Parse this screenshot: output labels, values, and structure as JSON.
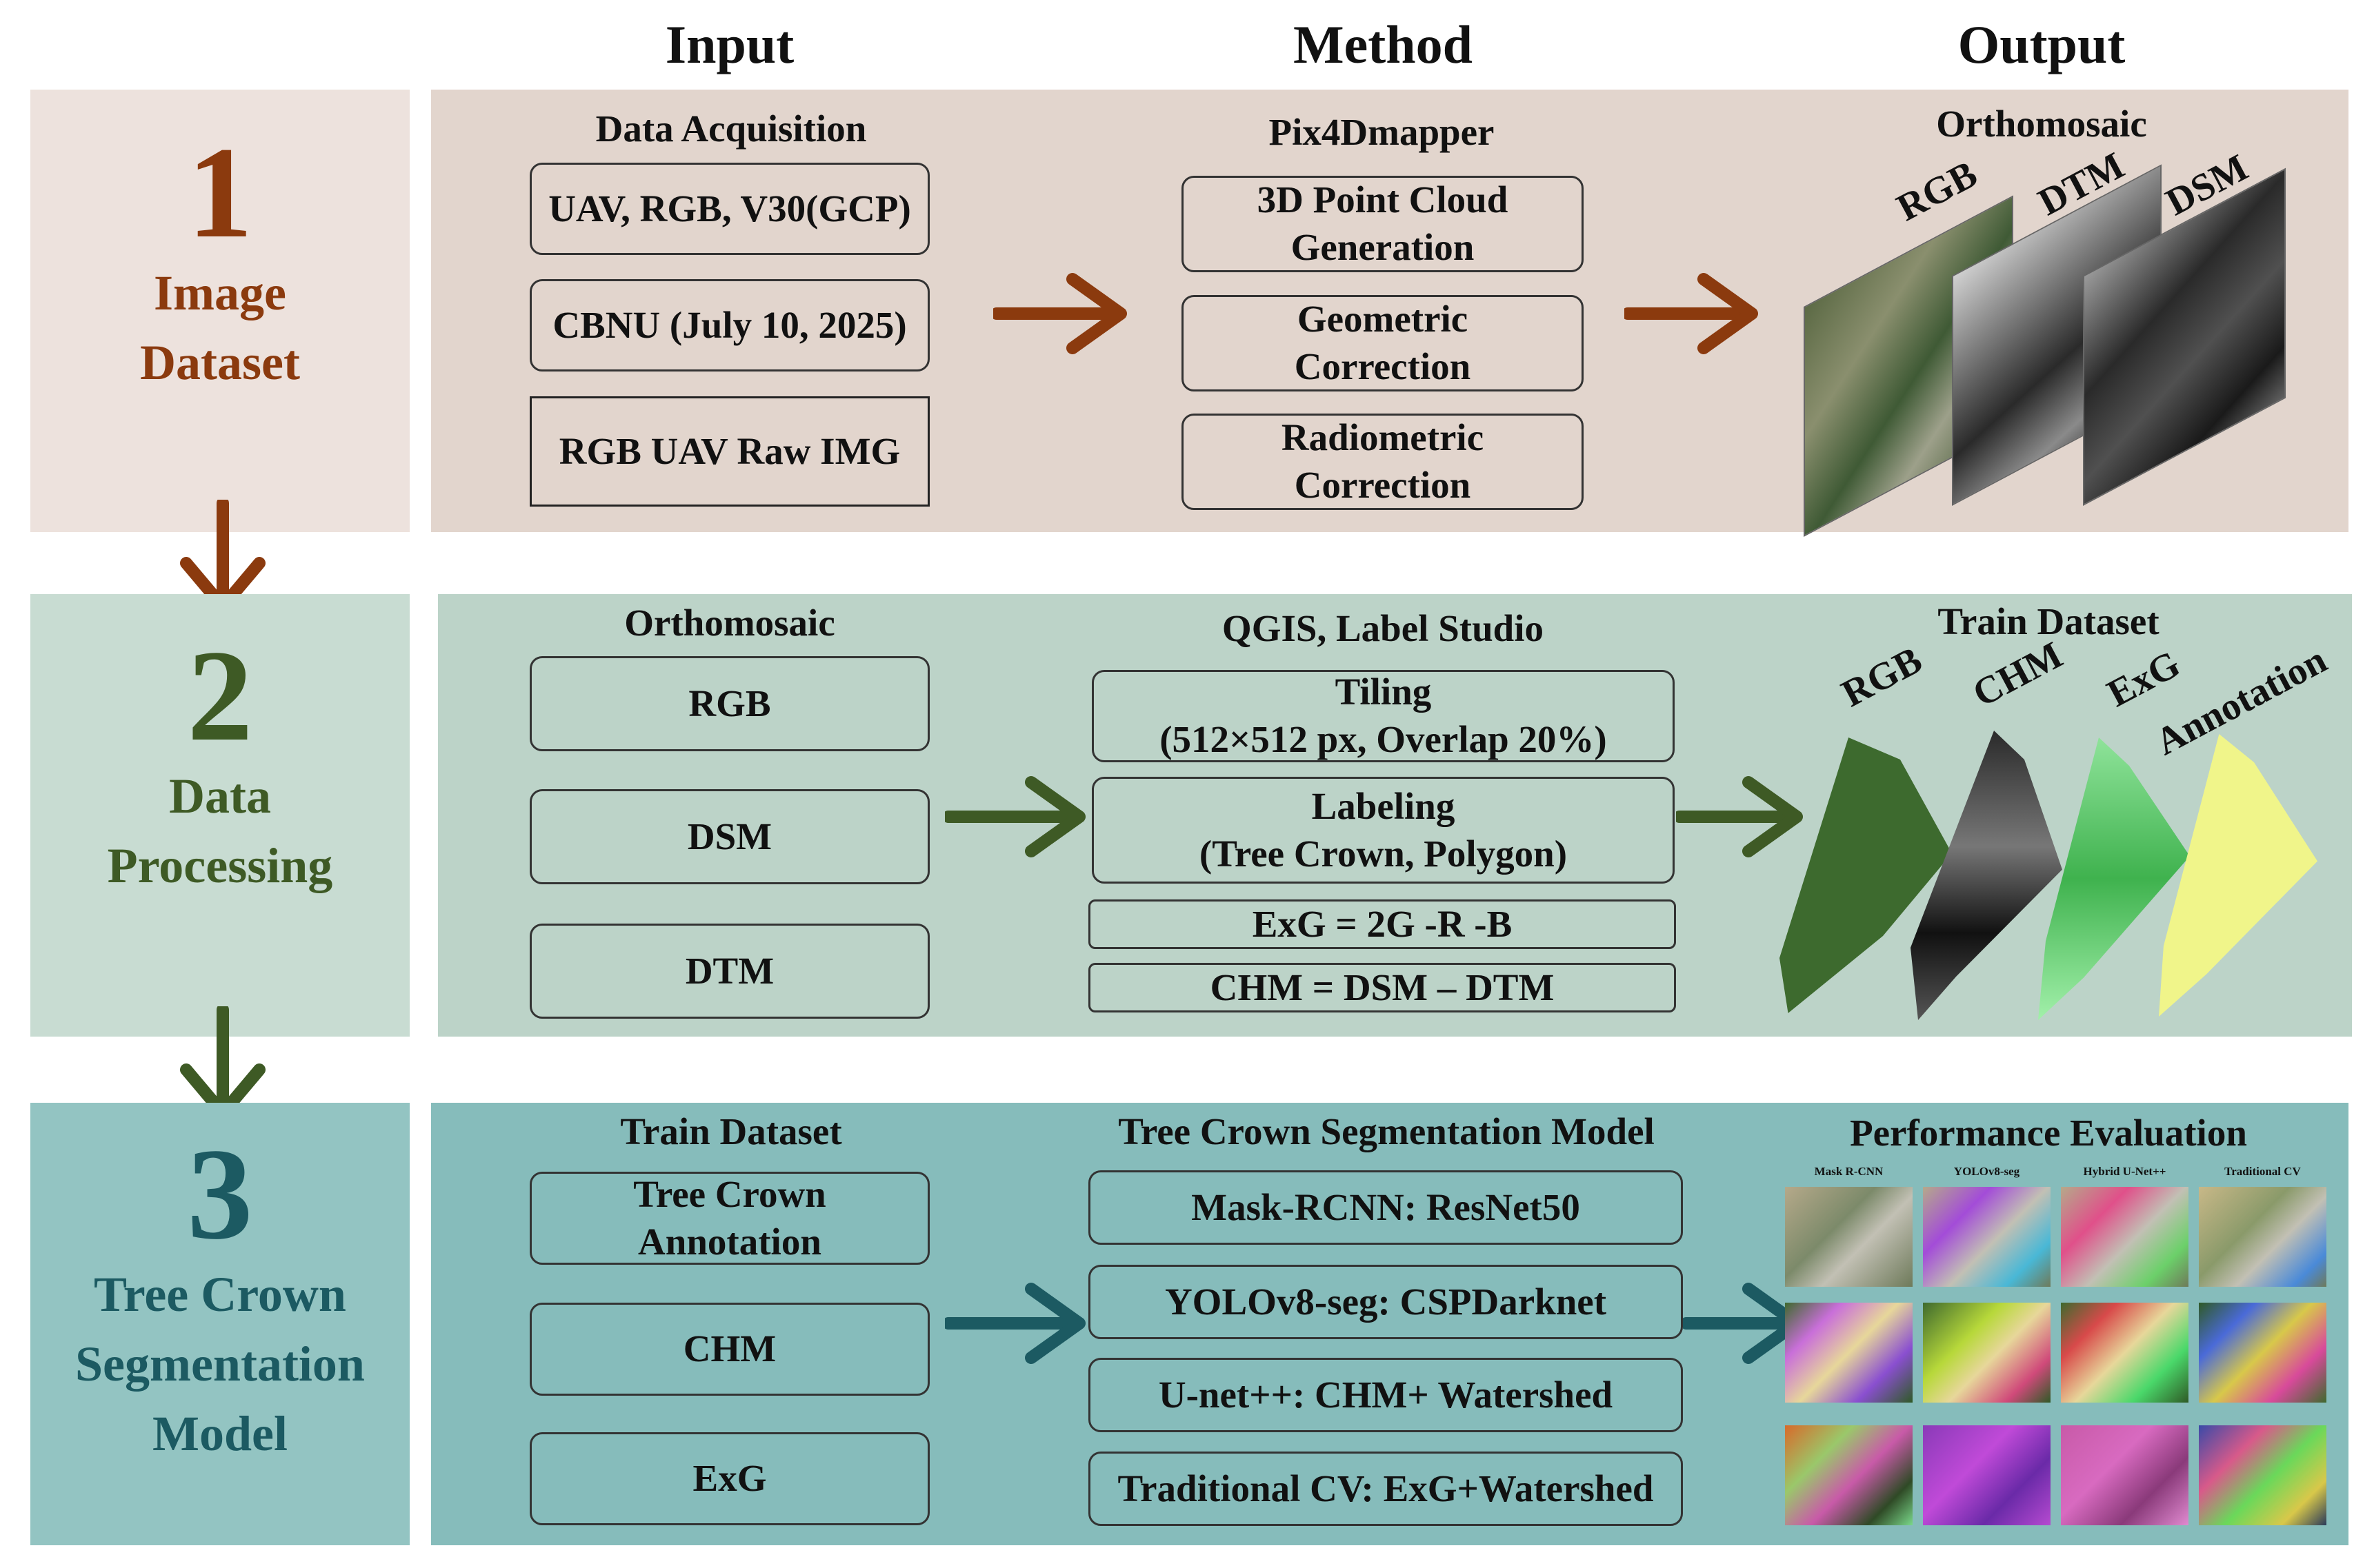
{
  "columns": {
    "input": "Input",
    "method": "Method",
    "output": "Output"
  },
  "colors": {
    "stage1_left": "#ede2dd",
    "stage1_right": "#e2d5cd",
    "stage1_text": "#8b3a0e",
    "stage1_arrow": "#8b3a0e",
    "stage2_left": "#c8dcd2",
    "stage2_right": "#bcd3c8",
    "stage2_text": "#3e5a25",
    "stage2_arrow": "#3e5a25",
    "stage3_left": "#93c4c2",
    "stage3_right": "#86bcbb",
    "stage3_text": "#1c5a62",
    "stage3_arrow": "#1c5a62"
  },
  "stages": [
    {
      "number": "1",
      "name": "Image\nDataset",
      "input_title": "Data Acquisition",
      "inputs": [
        "UAV, RGB, V30(GCP)",
        "CBNU (July 10, 2025)",
        "RGB UAV Raw IMG"
      ],
      "method_title": "Pix4Dmapper",
      "methods": [
        "3D Point Cloud\nGeneration",
        "Geometric\nCorrection",
        "Radiometric\nCorrection"
      ],
      "output_title": "Orthomosaic",
      "output_layers": [
        "RGB",
        "DTM",
        "DSM"
      ]
    },
    {
      "number": "2",
      "name": "Data\nProcessing",
      "input_title": "Orthomosaic",
      "inputs": [
        "RGB",
        "DSM",
        "DTM"
      ],
      "method_title": "QGIS, Label Studio",
      "methods": [
        "Tiling\n(512×512 px, Overlap 20%)",
        "Labeling\n(Tree Crown, Polygon)",
        "ExG = 2G -R -B",
        "CHM = DSM – DTM"
      ],
      "output_title": "Train Dataset",
      "output_layers": [
        "RGB",
        "CHM",
        "ExG",
        "Annotation"
      ]
    },
    {
      "number": "3",
      "name": "Tree Crown\nSegmentation\nModel",
      "input_title": "Train Dataset",
      "inputs": [
        "Tree Crown\nAnnotation",
        "CHM",
        "ExG"
      ],
      "method_title": "Tree Crown Segmentation Model",
      "methods": [
        "Mask-RCNN: ResNet50",
        "YOLOv8-seg: CSPDarknet",
        "U-net++: CHM+ Watershed",
        "Traditional CV: ExG+Watershed"
      ],
      "output_title": "Performance Evaluation",
      "output_columns": [
        "Mask R-CNN",
        "YOLOv8-seg",
        "Hybrid U-Net++",
        "Traditional CV"
      ]
    }
  ]
}
